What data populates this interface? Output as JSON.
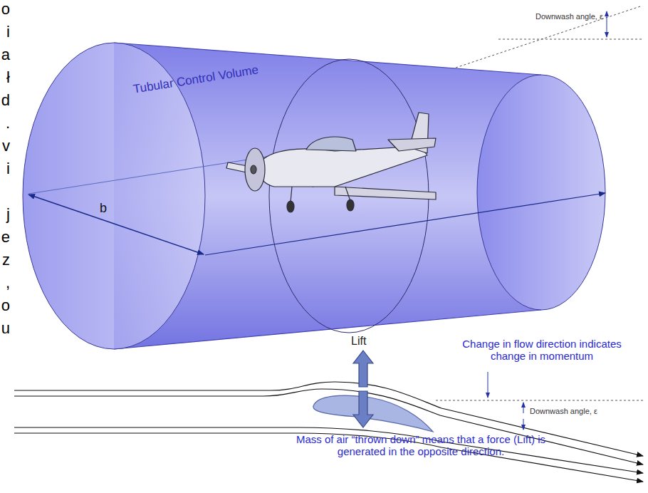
{
  "diagram": {
    "labels": [
      "o",
      "i",
      "a",
      "ł",
      "d",
      ".",
      "v",
      "i",
      "j",
      "e",
      "z",
      ",",
      "o",
      "u",
      "Tubular Control Volume",
      "Downwash angle, ε",
      "b",
      "Lift",
      "Change in flow direction indicates change in momentum",
      "Downwash angle, ε",
      "Mass of air “thrown down” means that a force (Lift) is generated in the opposite direction."
    ]
  }
}
